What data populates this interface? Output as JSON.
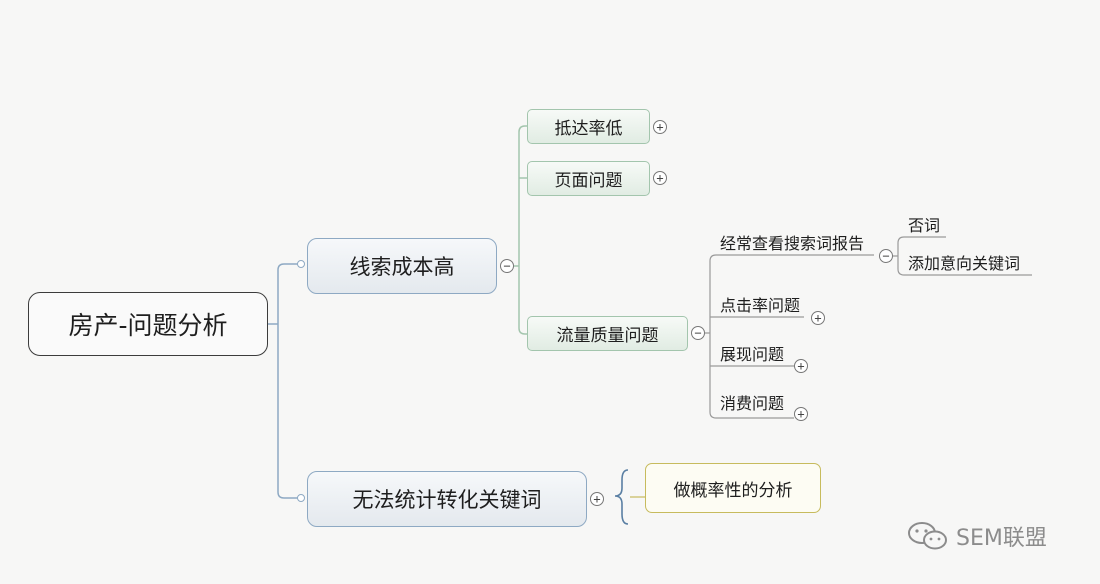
{
  "mindmap": {
    "root": "房产-问题分析",
    "branches": [
      {
        "label": "线索成本高",
        "children": [
          {
            "label": "抵达率低"
          },
          {
            "label": "页面问题"
          },
          {
            "label": "流量质量问题",
            "children": [
              {
                "label": "经常查看搜索词报告",
                "children": [
                  {
                    "label": "否词"
                  },
                  {
                    "label": "添加意向关键词"
                  }
                ]
              },
              {
                "label": "点击率问题"
              },
              {
                "label": "展现问题"
              },
              {
                "label": "消费问题"
              }
            ]
          }
        ]
      },
      {
        "label": "无法统计转化关键词",
        "note": "做概率性的分析"
      }
    ]
  },
  "toggles": {
    "expanded": "−",
    "collapsed": "+"
  },
  "watermark": "SEM联盟",
  "colors": {
    "main_border": "#8ea9c3",
    "sub_border": "#a3c5ad",
    "note_border": "#c7bb5d",
    "connector_main": "#8ea9c3",
    "connector_sub": "#a3c5ad",
    "connector_leaf": "#9a9a9a"
  }
}
